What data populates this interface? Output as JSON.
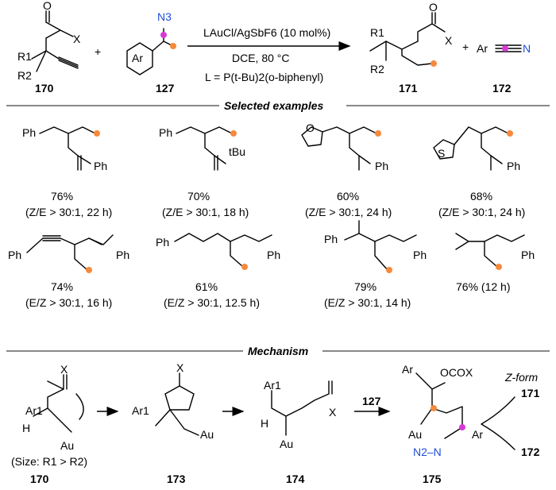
{
  "scheme": {
    "reactants": {
      "propargyl_label": "170",
      "azide_label": "127",
      "ar_label": "Ar",
      "n3": "N3",
      "X": "X",
      "O": "O",
      "R1": "R1",
      "R2": "R2"
    },
    "conditions": {
      "catalyst": "LAuCl/AgSbF6 (10 mol%)",
      "solvent_temp": "DCE, 80 °C",
      "ligand": "L = P(t-Bu)2(o-biphenyl)"
    },
    "products": {
      "diene_label": "171",
      "nitrile_label": "172",
      "nitrile_text": "Ar",
      "N": "N"
    },
    "plus": "+"
  },
  "sections": {
    "examples_title": "Selected examples",
    "mechanism_title": "Mechanism"
  },
  "examples": [
    {
      "yield": "76%",
      "selectivity": "(Z/E > 30:1, 22 h)",
      "group": "Ph",
      "substituent": "Ph"
    },
    {
      "yield": "70%",
      "selectivity": "(Z/E > 30:1, 18 h)",
      "group": "Ph",
      "substituent": "tBu"
    },
    {
      "yield": "60%",
      "selectivity": "(Z/E > 30:1, 24 h)",
      "group": "O",
      "substituent": "Ph"
    },
    {
      "yield": "68%",
      "selectivity": "(Z/E > 30:1, 24 h)",
      "group": "S",
      "substituent": "Ph"
    },
    {
      "yield": "74%",
      "selectivity": "(E/Z > 30:1, 16 h)",
      "group": "Ph",
      "substituent": "Ph"
    },
    {
      "yield": "61%",
      "selectivity": "(E/Z > 30:1, 12.5 h)",
      "group": "Ph",
      "substituent": "Ph"
    },
    {
      "yield": "79%",
      "selectivity": "(E/Z > 30:1, 14 h)",
      "group": "Ph",
      "substituent": "Ph"
    },
    {
      "yield": "76% (12 h)",
      "selectivity": "",
      "group": "",
      "substituent": "Ph"
    }
  ],
  "mechanism": {
    "labels": [
      "170",
      "173",
      "174",
      "175"
    ],
    "size_note": "(Size: R1 > R2)",
    "reagent": "127",
    "zform": "Z-form",
    "out1": "171",
    "out2": "172",
    "ocox": "OCOX",
    "Au": "Au",
    "H": "H",
    "Ar1": "Ar1",
    "Ar": "Ar",
    "N2N": "N2–N"
  },
  "colors": {
    "orange": "#f58a3c",
    "magenta": "#d63ad6",
    "azide_blue": "#1f4fd8",
    "rule": "#888888"
  }
}
